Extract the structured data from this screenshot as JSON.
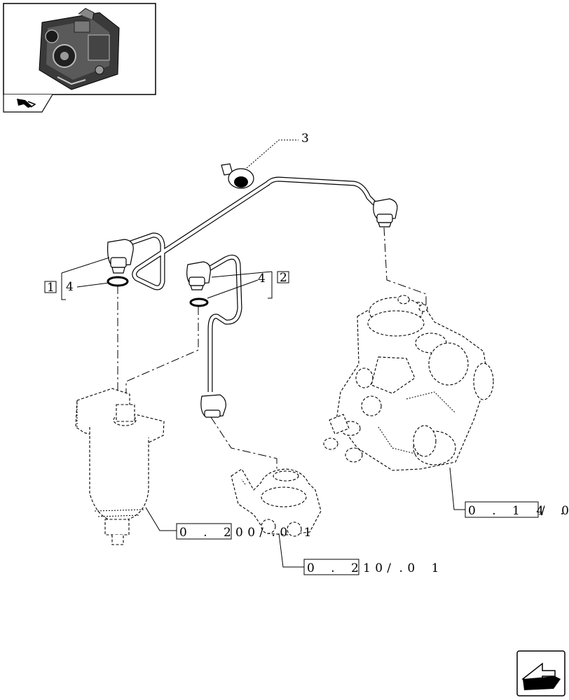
{
  "callouts": {
    "item_3": "3",
    "item_4_left": "4",
    "item_4_right": "4",
    "box_1": "1",
    "box_2": "2"
  },
  "references": {
    "injection_pump_boxed": "0 . 1 4 . 0",
    "injection_pump_suffix": "/ 0",
    "fuel_filter_boxed": "0 . 2 0 .",
    "fuel_filter_suffix": "0 / 0 1",
    "feed_pump_boxed": "0 . 2 0 .",
    "feed_pump_suffix": "1 / 0 1"
  },
  "icons": {
    "thumbnail": "engine-thumbnail-icon",
    "back": "page-back-arrow-icon",
    "next": "next-page-arrow-icon"
  }
}
